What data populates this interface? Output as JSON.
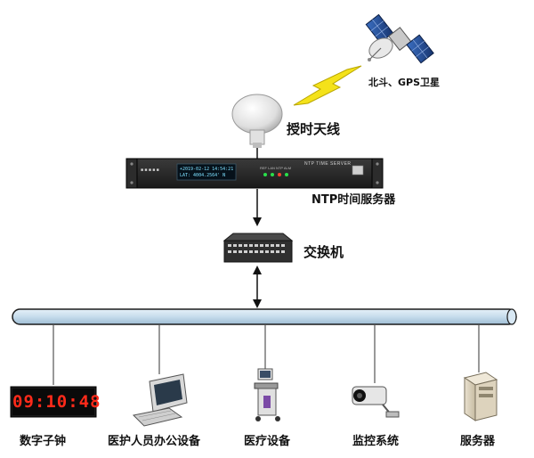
{
  "labels": {
    "satellite": "北斗、GPS卫星",
    "antenna": "授时天线",
    "ntp_server": "NTP时间服务器",
    "switch": "交换机"
  },
  "devices": [
    {
      "id": "clock",
      "label": "数字子钟",
      "icon": "digital-clock-icon"
    },
    {
      "id": "medical-office",
      "label": "医护人员办公设备",
      "icon": "computer-icon"
    },
    {
      "id": "medical",
      "label": "医疗设备",
      "icon": "ultrasound-icon"
    },
    {
      "id": "monitor",
      "label": "监控系统",
      "icon": "cctv-camera-icon"
    },
    {
      "id": "server",
      "label": "服务器",
      "icon": "server-tower-icon"
    }
  ],
  "clock_display": "09:10:48",
  "server_panel": {
    "title": "NTP TIME SERVER",
    "lcd_line1": "+2019-02-12 14:54:21",
    "lcd_line2": "LAT: 4004.2564' N"
  },
  "colors": {
    "bus_fill": "#cfe3f2",
    "bus_stroke": "#1b1b1b",
    "lightning": "#f4e21a",
    "clock_digits": "#ff2a1a"
  }
}
